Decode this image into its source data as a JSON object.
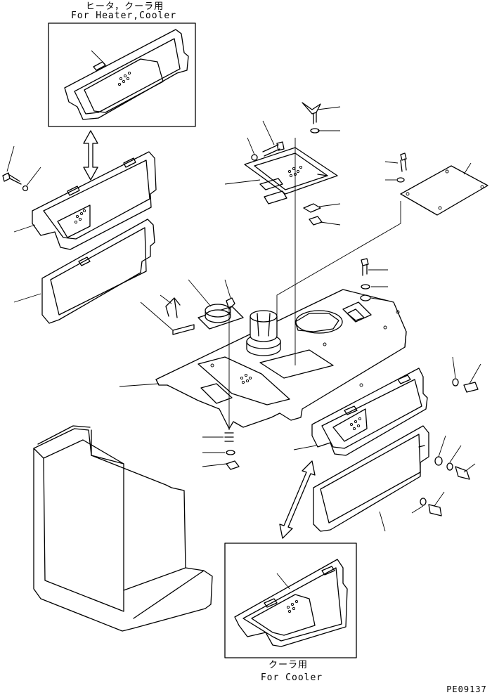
{
  "labels": {
    "top_caption_jp": "ヒータ，クーラ用",
    "top_caption_en": "For Heater,Cooler",
    "bottom_caption_jp": "クーラ用",
    "bottom_caption_en": "For Cooler",
    "drawing_code": "PE09137"
  }
}
